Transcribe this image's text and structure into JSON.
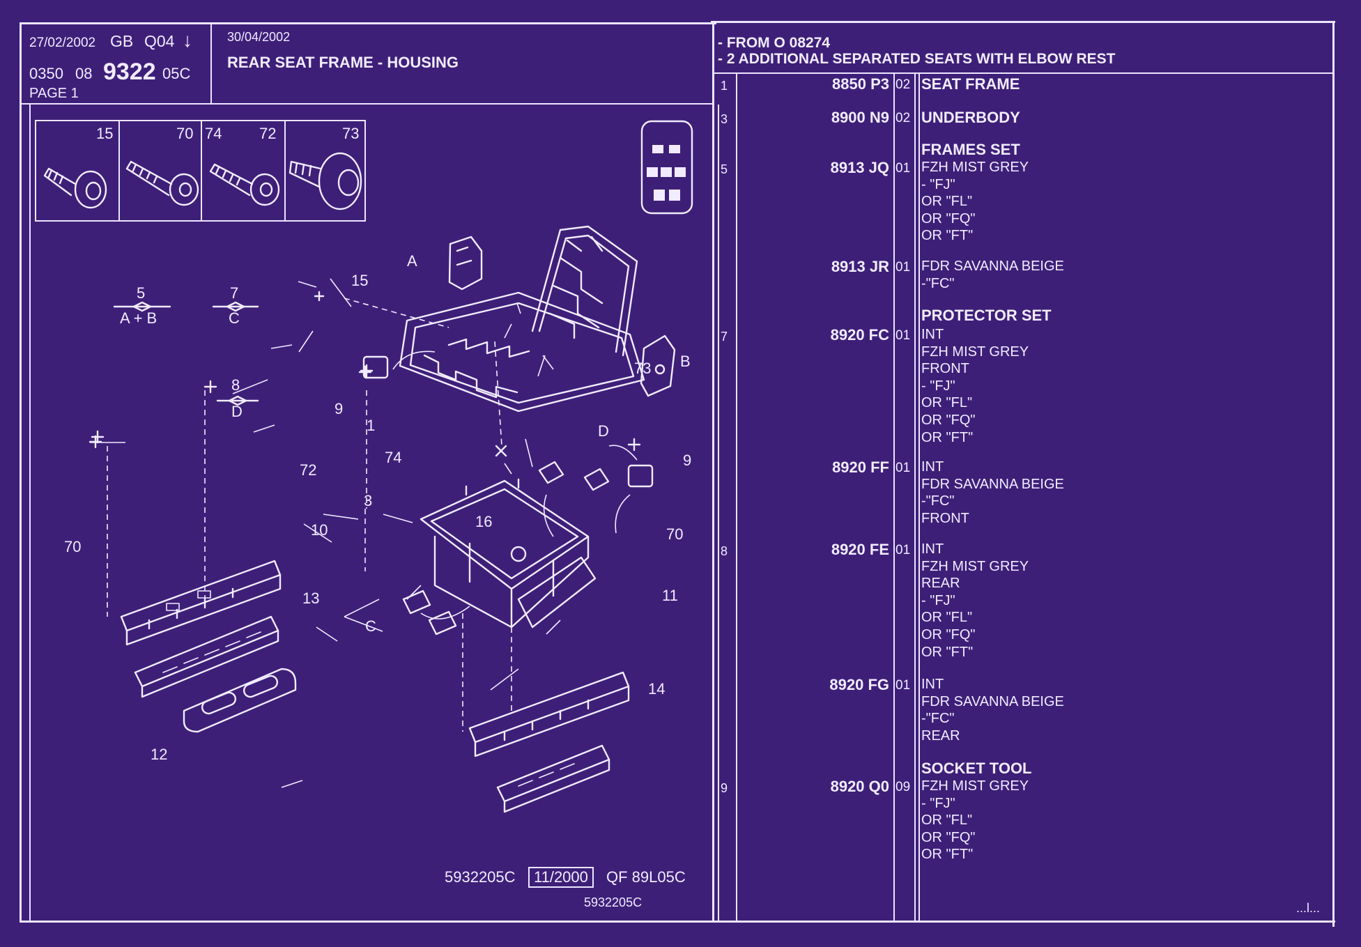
{
  "header": {
    "date1": "27/02/2002",
    "country": "GB",
    "code": "Q04",
    "arrow": "↓",
    "line2_a": "0350",
    "line2_b": "08",
    "model": "9322",
    "variant": "05C",
    "page": "PAGE  1",
    "date2": "30/04/2002",
    "title": "REAR SEAT FRAME - HOUSING",
    "note1": "- FROM  O   08274",
    "note2": "- 2 ADDITIONAL SEPARATED SEATS WITH ELBOW REST"
  },
  "fasteners": [
    {
      "num": "15",
      "icon": "screw-icon"
    },
    {
      "num": "70",
      "icon": "bolt-icon"
    },
    {
      "num": "74",
      "icon": "bolt-icon"
    },
    {
      "num": "72",
      "icon": "bolt-icon"
    },
    {
      "num": "73",
      "icon": "flange-screw-icon"
    }
  ],
  "diagram": {
    "callouts": {
      "c5": "5",
      "ab": "A + B",
      "c7": "7",
      "c": "C",
      "c8": "8",
      "d": "D",
      "n15": "15",
      "nA": "A",
      "n9a": "9",
      "n1": "1",
      "n73": "73",
      "nB": "B",
      "nD": "D",
      "n9b": "9",
      "n74": "74",
      "n72": "72",
      "n70a": "70",
      "n10": "10",
      "n3": "3",
      "n16": "16",
      "n70b": "70",
      "n13": "13",
      "n11": "11",
      "nC": "C",
      "n12": "12",
      "n14": "14"
    },
    "footer_ref": "5932205C",
    "footer_date": "11/2000",
    "footer_code": "QF 89L05C",
    "footer_ref2": "5932205C"
  },
  "parts": [
    {
      "fig": "1",
      "ref": "8850 P3",
      "qty": "02",
      "lines": [
        {
          "t": "SEAT FRAME",
          "b": true
        }
      ]
    },
    {
      "fig": "3",
      "ref": "8900 N9",
      "qty": "02",
      "lines": [
        {
          "t": "UNDERBODY",
          "b": true
        }
      ]
    },
    {
      "fig": "",
      "ref": "",
      "qty": "",
      "lines": [
        {
          "t": "FRAMES SET",
          "b": true
        }
      ]
    },
    {
      "fig": "5",
      "ref": "8913 JQ",
      "qty": "01",
      "lines": [
        {
          "t": "FZH MIST GREY"
        },
        {
          "t": "-     \"FJ\""
        },
        {
          "t": "OR \"FL\""
        },
        {
          "t": "OR \"FQ\""
        },
        {
          "t": "OR \"FT\""
        }
      ]
    },
    {
      "fig": "",
      "ref": "8913 JR",
      "qty": "01",
      "lines": [
        {
          "t": "FDR SAVANNA BEIGE"
        },
        {
          "t": "-\"FC\""
        }
      ]
    },
    {
      "fig": "",
      "ref": "",
      "qty": "",
      "lines": [
        {
          "t": "PROTECTOR SET",
          "b": true
        }
      ]
    },
    {
      "fig": "7",
      "ref": "8920 FC",
      "qty": "01",
      "lines": [
        {
          "t": "INT"
        },
        {
          "t": "FZH MIST GREY"
        },
        {
          "t": "FRONT"
        },
        {
          "t": "-     \"FJ\""
        },
        {
          "t": "OR \"FL\""
        },
        {
          "t": "OR \"FQ\""
        },
        {
          "t": "OR \"FT\""
        }
      ]
    },
    {
      "fig": "",
      "ref": "8920 FF",
      "qty": "01",
      "lines": [
        {
          "t": "INT"
        },
        {
          "t": "FDR SAVANNA BEIGE"
        },
        {
          "t": "-\"FC\""
        },
        {
          "t": "FRONT"
        }
      ]
    },
    {
      "fig": "8",
      "ref": "8920 FE",
      "qty": "01",
      "lines": [
        {
          "t": "INT"
        },
        {
          "t": "FZH MIST GREY"
        },
        {
          "t": "REAR"
        },
        {
          "t": "-     \"FJ\""
        },
        {
          "t": "OR \"FL\""
        },
        {
          "t": "OR \"FQ\""
        },
        {
          "t": "OR \"FT\""
        }
      ]
    },
    {
      "fig": "",
      "ref": "8920 FG",
      "qty": "01",
      "lines": [
        {
          "t": "INT"
        },
        {
          "t": "FDR SAVANNA BEIGE"
        },
        {
          "t": "-\"FC\""
        },
        {
          "t": "REAR"
        }
      ]
    },
    {
      "fig": "",
      "ref": "",
      "qty": "",
      "lines": [
        {
          "t": "SOCKET TOOL",
          "b": true
        }
      ]
    },
    {
      "fig": "9",
      "ref": "8920 Q0",
      "qty": "09",
      "lines": [
        {
          "t": "FZH MIST GREY"
        },
        {
          "t": "-     \"FJ\""
        },
        {
          "t": "OR \"FL\""
        },
        {
          "t": "OR \"FQ\""
        },
        {
          "t": "OR \"FT\""
        }
      ]
    }
  ],
  "continued": "...l...",
  "colors": {
    "background": "#3e1f78",
    "ink": "#f1ecff"
  }
}
